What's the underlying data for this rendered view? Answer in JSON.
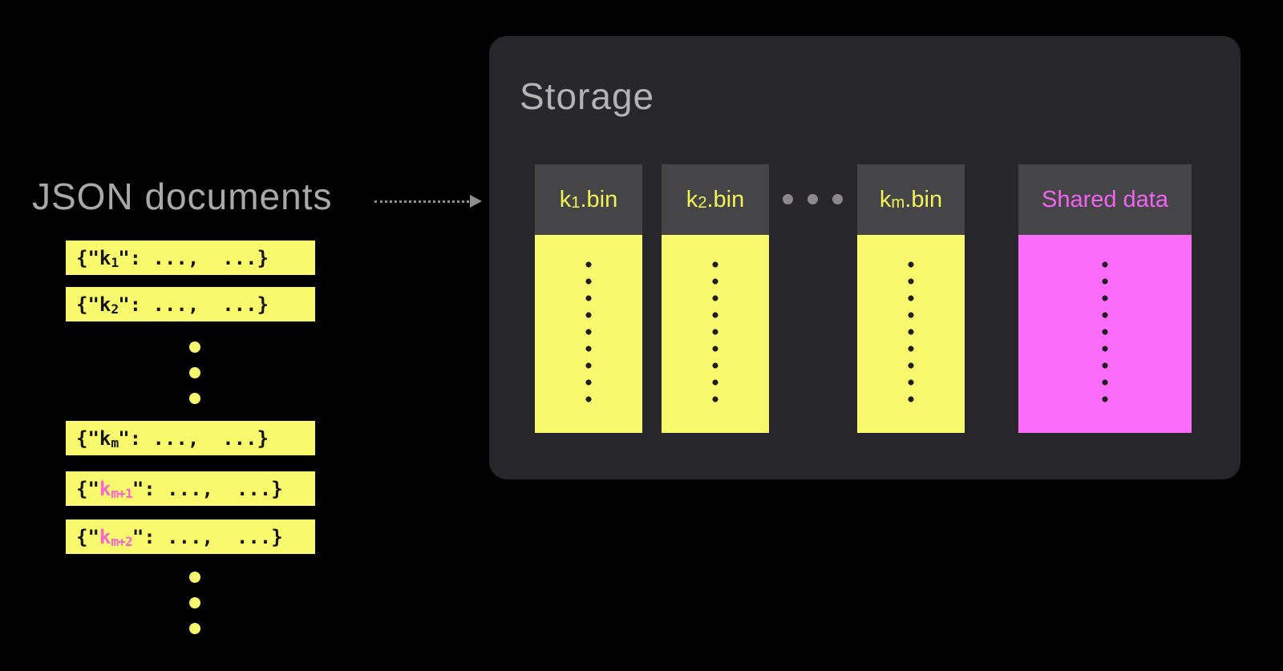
{
  "left": {
    "title": "JSON documents",
    "documents": [
      {
        "prefix": "{\"",
        "key": "k",
        "sub": "1",
        "rest": "\": ...,  ...}",
        "highlighted_key": false
      },
      {
        "prefix": "{\"",
        "key": "k",
        "sub": "2",
        "rest": "\": ...,  ...}",
        "highlighted_key": false
      },
      {
        "prefix": "{\"",
        "key": "k",
        "sub": "m",
        "rest": "\": ...,  ...}",
        "highlighted_key": false
      },
      {
        "prefix": "{\"",
        "key": "k",
        "sub": "m+1",
        "rest": "\": ...,  ...}",
        "highlighted_key": true
      },
      {
        "prefix": "{\"",
        "key": "k",
        "sub": "m+2",
        "rest": "\": ...,  ...}",
        "highlighted_key": true
      }
    ]
  },
  "storage": {
    "title": "Storage",
    "bins": [
      {
        "base": "k",
        "sub": "1",
        "suffix": ".bin"
      },
      {
        "base": "k",
        "sub": "2",
        "suffix": ".bin"
      },
      {
        "base": "k",
        "sub": "m",
        "suffix": ".bin"
      }
    ],
    "shared_label": "Shared data"
  },
  "colors": {
    "background": "#000000",
    "bar_yellow": "#f9f96e",
    "shared_magenta": "#fb6cfb",
    "shared_label_magenta": "#f163f1",
    "highlight_key_pink": "#ff63d2",
    "panel_background": "#27272b",
    "column_header_background": "#454548",
    "bin_label_yellow": "#f2f258",
    "title_gray": "#a9a9a9",
    "arrow_gray": "#8e8e8e",
    "ellipsis_gray": "#8b878d",
    "dot_dark": "#1e1e1e"
  }
}
